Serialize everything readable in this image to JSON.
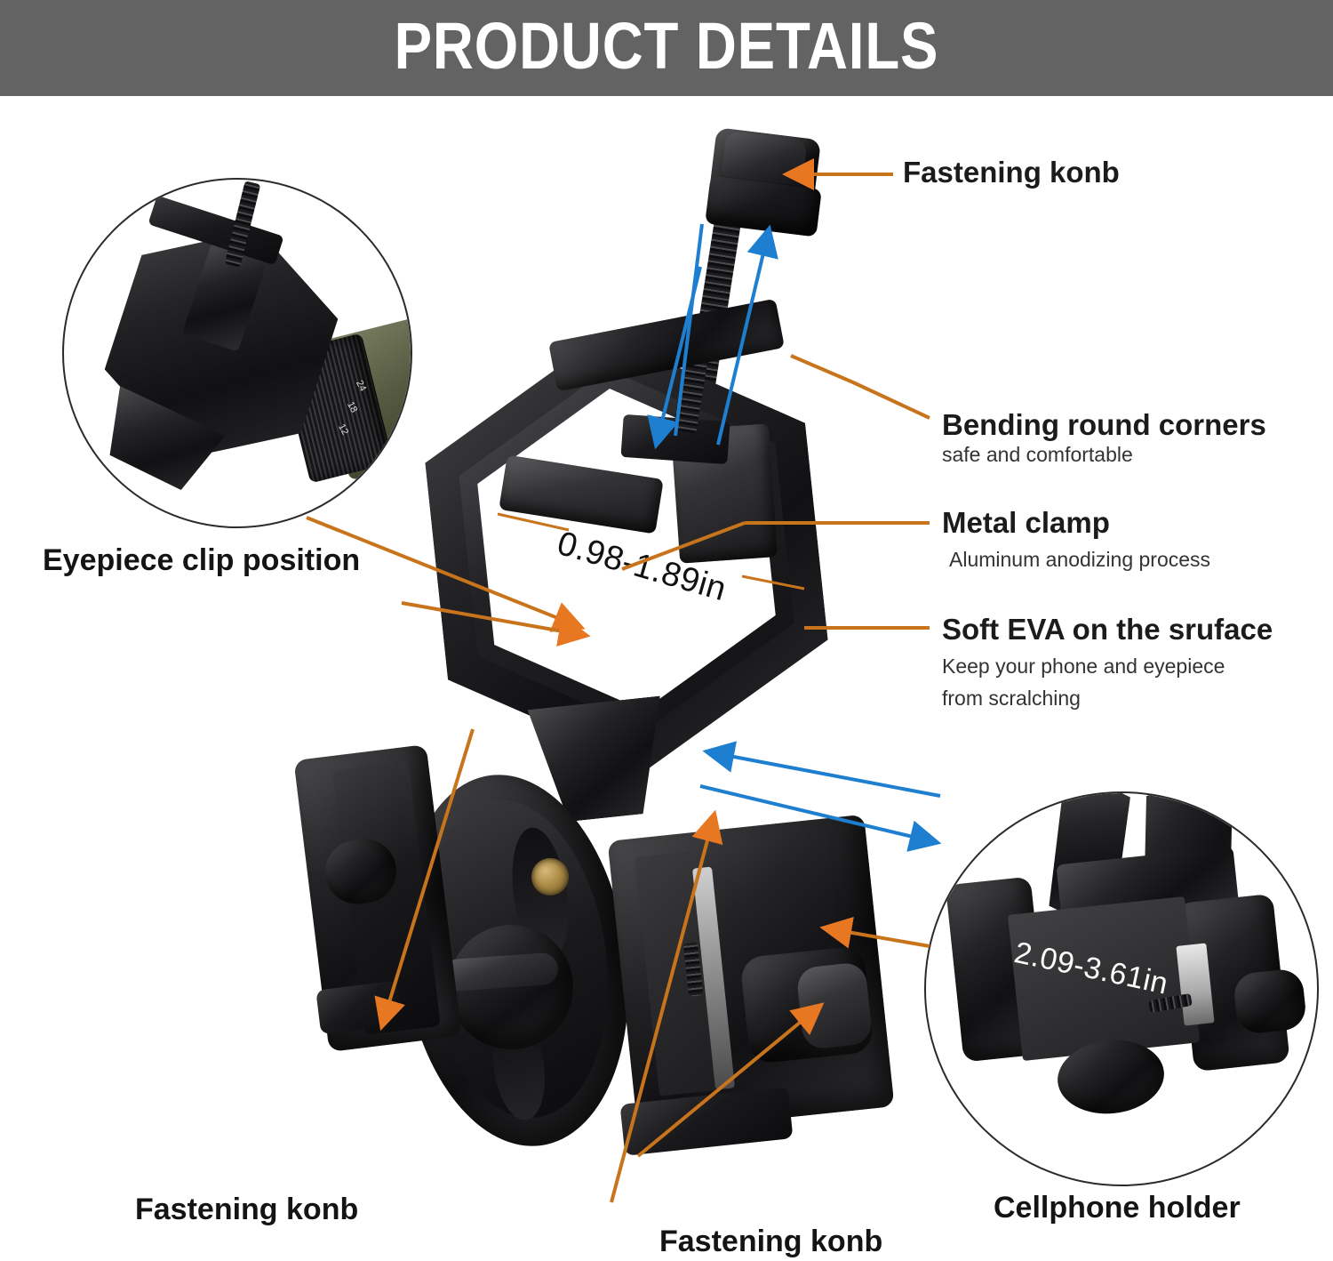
{
  "header": {
    "title": "PRODUCT DETAILS",
    "bg_color": "#636363",
    "text_color": "#ffffff"
  },
  "colors": {
    "orange_arrow": "#E87722",
    "orange_line": "#C8741C",
    "blue_arrow": "#1E7FD0",
    "black_text": "#141414",
    "page_bg": "#ffffff"
  },
  "callouts": {
    "fastening_knob_top": {
      "title": "Fastening konb"
    },
    "bending_corners": {
      "title": "Bending round corners",
      "subtitle": "safe and comfortable"
    },
    "metal_clamp": {
      "title": "Metal clamp",
      "subtitle": "Aluminum anodizing process"
    },
    "soft_eva": {
      "title": "Soft EVA on the sruface",
      "subtitle_line1": "Keep your phone and eyepiece",
      "subtitle_line2": "from scralching"
    },
    "eyepiece_clip": {
      "title": "Eyepiece clip position"
    },
    "fastening_knob_left": {
      "title": "Fastening konb"
    },
    "fastening_knob_bottom": {
      "title": "Fastening konb"
    },
    "cellphone_holder": {
      "title": "Cellphone holder"
    }
  },
  "dimensions": {
    "clamp_range": "0.98-1.89in",
    "phone_range": "2.09-3.61in"
  },
  "insets": {
    "eyepiece": {
      "name": "eyepiece-clip-photo",
      "scope_markings": [
        "12",
        "18",
        "24"
      ]
    },
    "holder": {
      "name": "cellphone-holder-photo"
    }
  }
}
